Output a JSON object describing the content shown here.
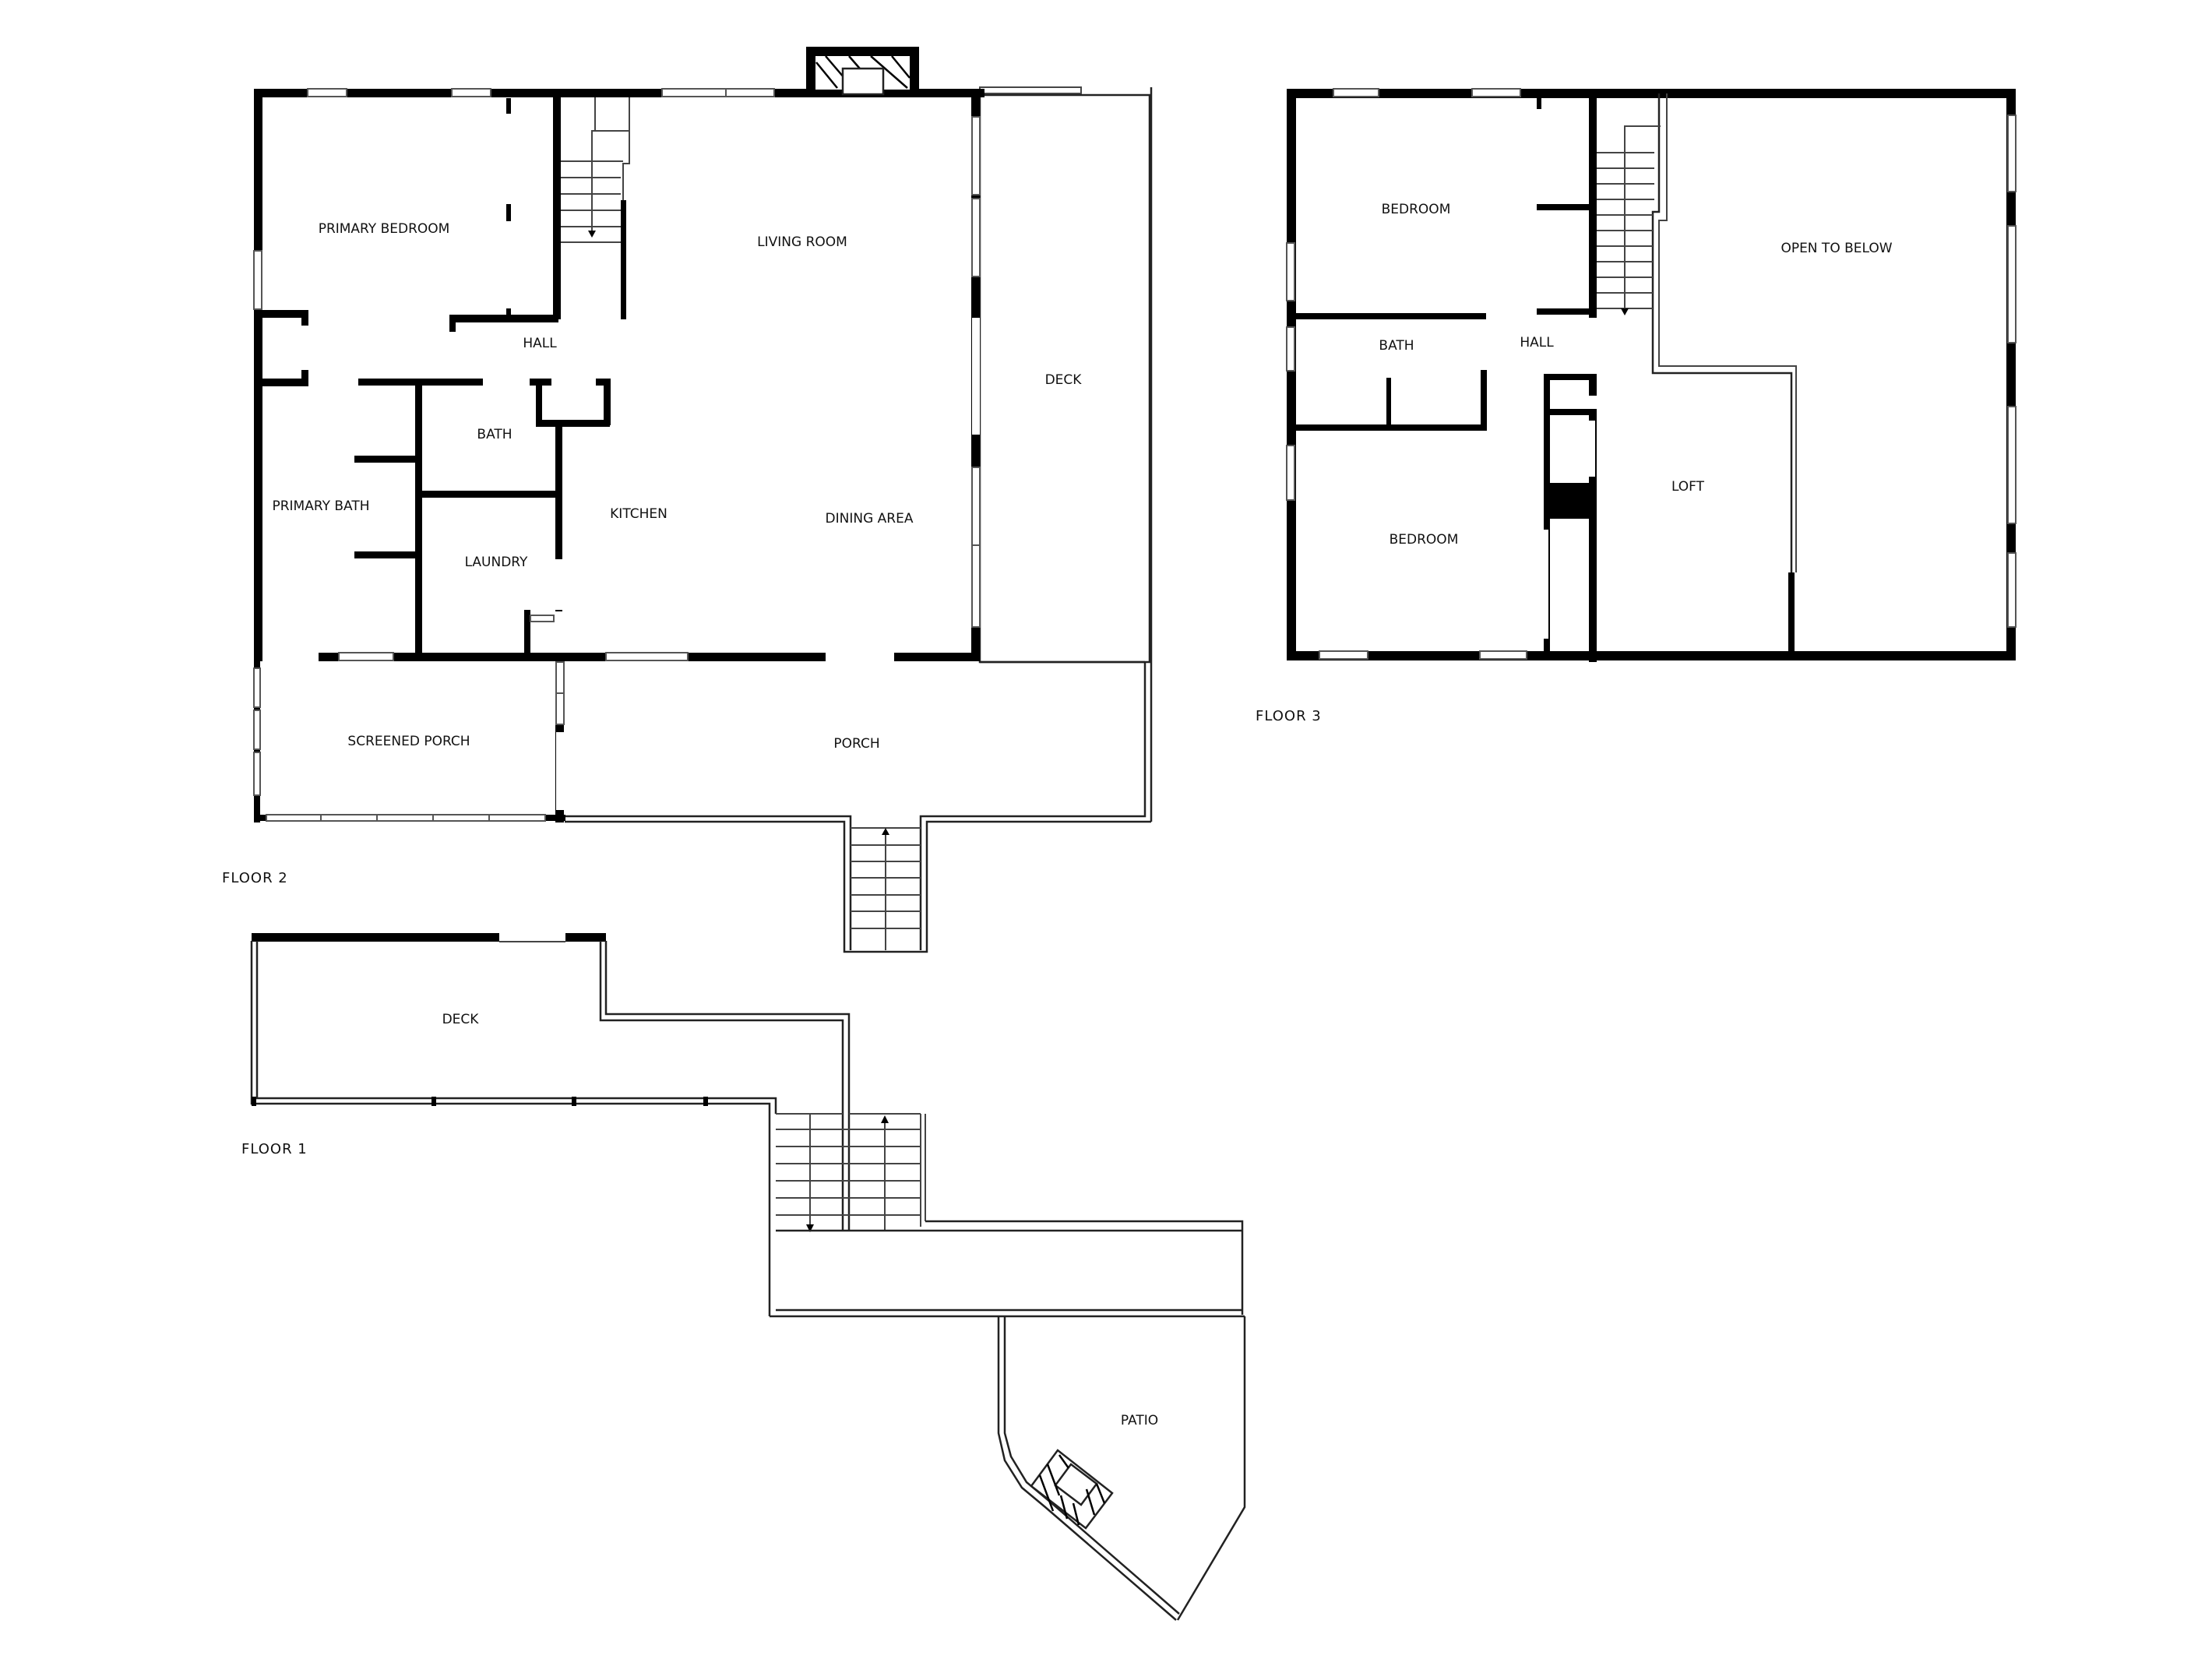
{
  "floors": [
    {
      "name": "FLOOR 2",
      "rooms": [
        {
          "key": "primary_bedroom",
          "label": "PRIMARY BEDROOM"
        },
        {
          "key": "hall",
          "label": "HALL"
        },
        {
          "key": "living_room",
          "label": "LIVING ROOM"
        },
        {
          "key": "deck",
          "label": "DECK"
        },
        {
          "key": "bath",
          "label": "BATH"
        },
        {
          "key": "primary_bath",
          "label": "PRIMARY BATH"
        },
        {
          "key": "kitchen",
          "label": "KITCHEN"
        },
        {
          "key": "dining_area",
          "label": "DINING AREA"
        },
        {
          "key": "laundry",
          "label": "LAUNDRY"
        },
        {
          "key": "screened_porch",
          "label": "SCREENED PORCH"
        },
        {
          "key": "porch",
          "label": "PORCH"
        }
      ]
    },
    {
      "name": "FLOOR 3",
      "rooms": [
        {
          "key": "bedroom_1",
          "label": "BEDROOM"
        },
        {
          "key": "open_to_below",
          "label": "OPEN TO BELOW"
        },
        {
          "key": "bath",
          "label": "BATH"
        },
        {
          "key": "hall",
          "label": "HALL"
        },
        {
          "key": "loft",
          "label": "LOFT"
        },
        {
          "key": "bedroom_2",
          "label": "BEDROOM"
        }
      ]
    },
    {
      "name": "FLOOR 1",
      "rooms": [
        {
          "key": "deck",
          "label": "DECK"
        },
        {
          "key": "patio",
          "label": "PATIO"
        }
      ]
    }
  ]
}
